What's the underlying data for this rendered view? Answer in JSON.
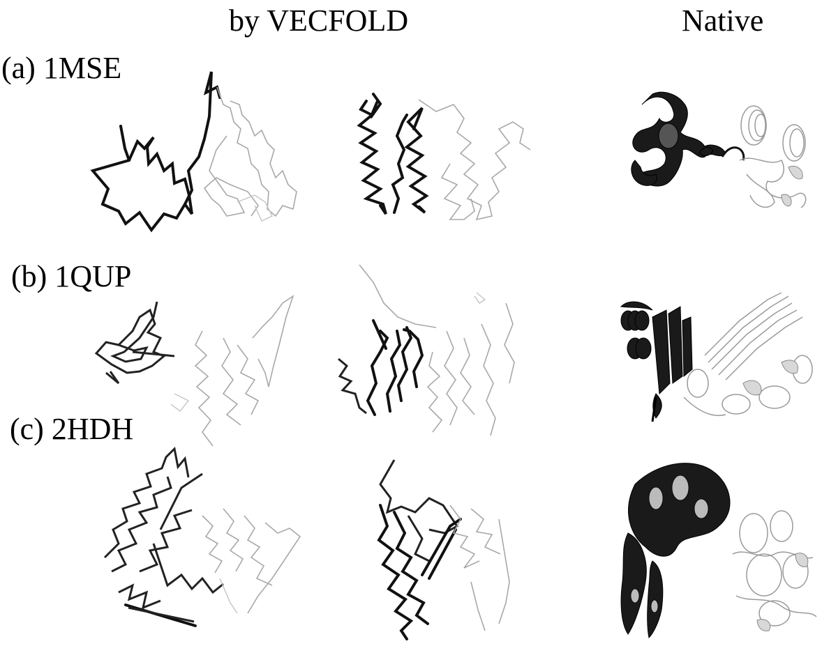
{
  "headers": {
    "vecfold": "by VECFOLD",
    "native": "Native"
  },
  "rows": [
    {
      "label": "(a) 1MSE"
    },
    {
      "label": "(b) 1QUP"
    },
    {
      "label": "(c) 2HDH"
    }
  ],
  "colors": {
    "dark_chain": "#111111",
    "light_chain": "#a8a8a8"
  }
}
